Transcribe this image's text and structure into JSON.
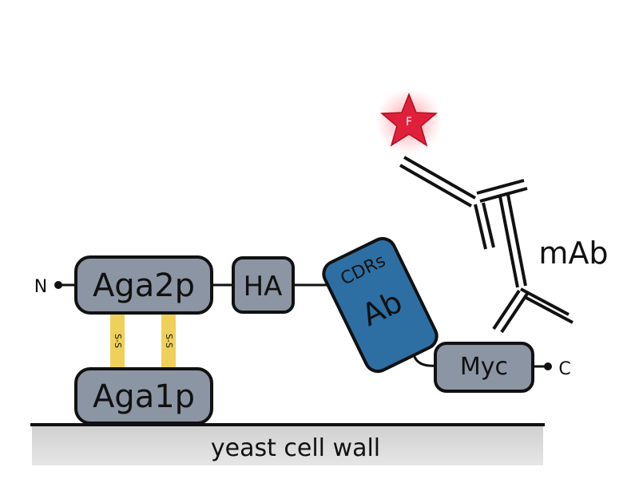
{
  "labels": {
    "n_terminus": "N",
    "c_terminus": "C",
    "aga2p": "Aga2p",
    "aga1p": "Aga1p",
    "ha": "HA",
    "cdrs": "CDRs",
    "ab": "Ab",
    "myc": "Myc",
    "mab": "mAb",
    "fluorophore": "F",
    "disulfide_1": "S-S",
    "disulfide_2": "S-S",
    "cell_wall": "yeast cell wall"
  },
  "colors": {
    "protein_box": "#8c95a3",
    "antibody_box": "#2d6fa3",
    "disulfide": "#efd05a",
    "cell_wall": "#d7d7d7",
    "star": "#e0203a",
    "outline": "#111111"
  }
}
